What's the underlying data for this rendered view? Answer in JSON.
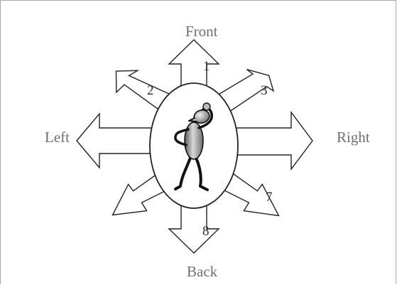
{
  "directions": {
    "front": "Front",
    "back": "Back",
    "left": "Left",
    "right": "Right"
  },
  "arrow_numbers": [
    "1",
    "2",
    "3",
    "7",
    "8"
  ],
  "colors": {
    "border": "#a8a8a8",
    "stroke": "#222222",
    "label": "#6f6f6f"
  },
  "figure": "stick-figure-scratching-head"
}
